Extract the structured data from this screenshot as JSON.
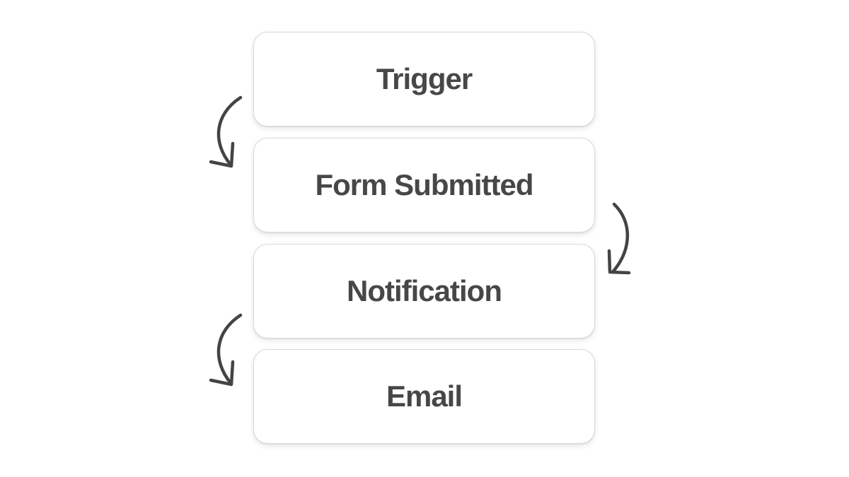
{
  "steps": [
    {
      "label": "Trigger"
    },
    {
      "label": "Form Submitted"
    },
    {
      "label": "Notification"
    },
    {
      "label": "Email"
    }
  ],
  "colors": {
    "text": "#474747",
    "arrow": "#444444",
    "card_border": "#d9d9d9",
    "background": "#ffffff"
  },
  "icons": [
    "curved-arrow-down-left-icon",
    "curved-arrow-down-right-icon"
  ]
}
